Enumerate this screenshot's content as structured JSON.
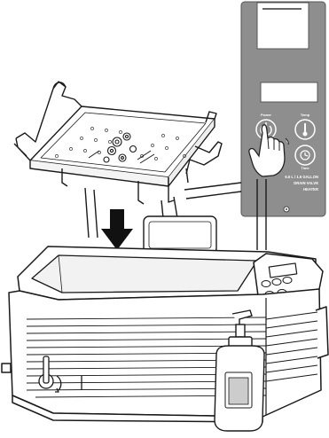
{
  "control_panel": {
    "buttons": [
      {
        "label": "Power",
        "icon": "power-icon"
      },
      {
        "label": "Temp",
        "icon": "thermometer-icon"
      },
      {
        "label": "Time",
        "icon": "clock-icon"
      }
    ],
    "spec_line_1": "6.5 L / 1.6 GALLON",
    "spec_line_2": "DRAIN VALVE",
    "spec_line_3": "HEATER"
  },
  "colors": {
    "panel_gray": "#8e8e8e",
    "line_black": "#1a1a1a",
    "arrow_black": "#111111"
  }
}
